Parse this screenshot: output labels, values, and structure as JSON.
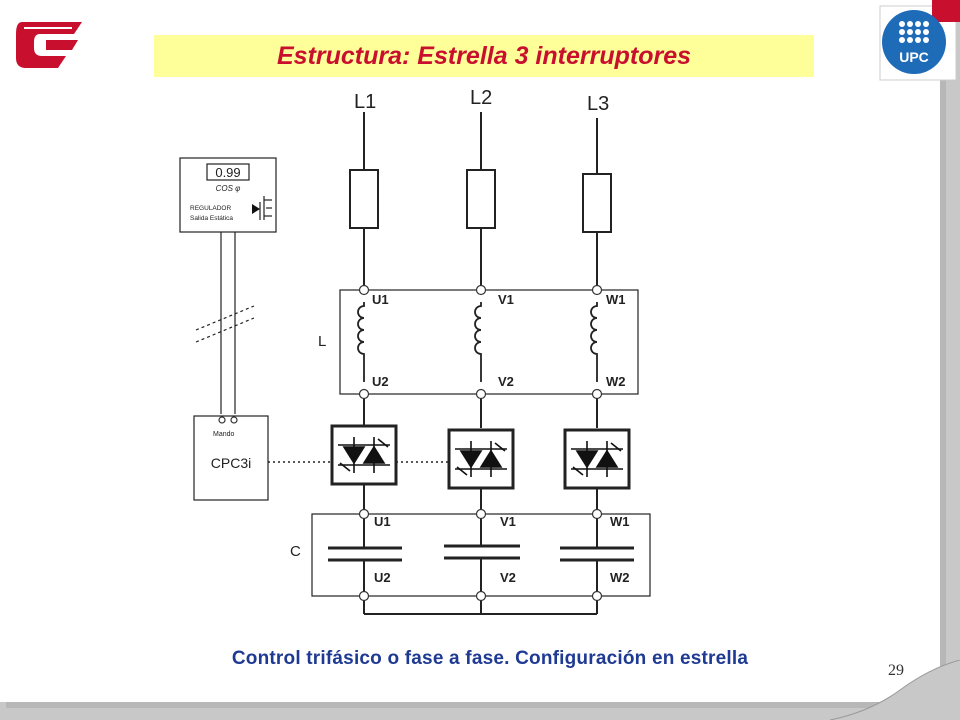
{
  "title": "Estructura: Estrella 3 interruptores",
  "caption": "Control trifásico o fase a fase.  Configuración en estrella",
  "page_number": "29",
  "logo_right_text": "UPC",
  "diagram": {
    "phases": [
      "L1",
      "L2",
      "L3"
    ],
    "inductor_block_label": "L",
    "capacitor_block_label": "C",
    "inductor_top_terminals": [
      "U1",
      "V1",
      "W1"
    ],
    "inductor_bottom_terminals": [
      "U2",
      "V2",
      "W2"
    ],
    "capacitor_top_terminals": [
      "U1",
      "V1",
      "W1"
    ],
    "capacitor_bottom_terminals": [
      "U2",
      "V2",
      "W2"
    ],
    "regulator": {
      "display": "0.99",
      "cos_label": "COS φ",
      "line1": "REGULADOR",
      "line2": "Salida Estática"
    },
    "controller": {
      "mando_label": "Mando",
      "name": "CPC3i"
    }
  },
  "colors": {
    "title_text": "#c8102e",
    "title_bg": "#ffff99",
    "caption_text": "#1f3a93",
    "logo_red": "#c8102e",
    "logo_blue": "#1e6bb8"
  }
}
